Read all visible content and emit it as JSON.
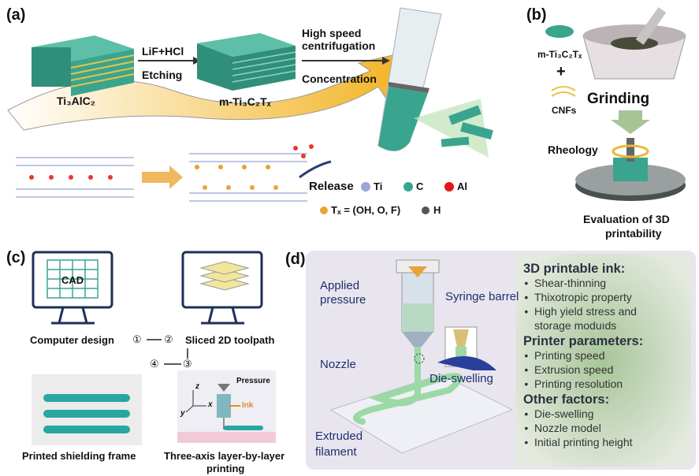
{
  "panel_a": {
    "label": "(a)",
    "start_material": "Ti₃AlC₂",
    "etch_reagent": "LiF+HCl",
    "etch_step": "Etching",
    "etched_material": "m-Ti₃C₂Tₓ",
    "step2_top": "High speed",
    "step2_top2": "centrifugation",
    "step2_bottom": "Concentration",
    "release": "Release",
    "legend": {
      "ti": "Ti",
      "c": "C",
      "al": "Al",
      "tx": "Tₓ = (OH, O, F)",
      "h": "H"
    }
  },
  "panel_b": {
    "label": "(b)",
    "mxene": "m-Ti₃C₂Tₓ",
    "plus": "+",
    "cnfs": "CNFs",
    "grinding": "Grinding",
    "rheology": "Rheology",
    "evaluation_line1": "Evaluation of 3D",
    "evaluation_line2": "printability"
  },
  "panel_c": {
    "label": "(c)",
    "cad": "CAD",
    "computer_design": "Computer design",
    "sliced": "Sliced 2D toolpath",
    "steps": [
      "①",
      "②",
      "③",
      "④"
    ],
    "pressure": "Pressure",
    "ink": "Ink",
    "axes": [
      "z",
      "x",
      "y"
    ],
    "printed": "Printed shielding frame",
    "three_axis_line1": "Three-axis layer-by-layer",
    "three_axis_line2": "printing"
  },
  "panel_d": {
    "label": "(d)",
    "applied_pressure_1": "Applied",
    "applied_pressure_2": "pressure",
    "syringe": "Syringe barrel",
    "nozzle": "Nozzle",
    "die_swelling": "Die-swelling",
    "extruded_1": "Extruded",
    "extruded_2": "filament",
    "sections": [
      {
        "title": "3D printable ink:",
        "items": [
          "Shear-thinning",
          "Thixotropic property",
          "High yield stress and storage moduıds"
        ]
      },
      {
        "title": "Printer parameters:",
        "items": [
          "Printing speed",
          "Extrusion speed",
          "Printing resolution"
        ]
      },
      {
        "title": "Other factors:",
        "items": [
          "Die-swelling",
          "Nozzle model",
          "Initial printing height"
        ]
      }
    ]
  },
  "colors": {
    "mxene": "#3aa58e",
    "gold": "#e9b93a",
    "panel_bg": "#e8e5ee",
    "text_blue": "#1f2f6e"
  }
}
